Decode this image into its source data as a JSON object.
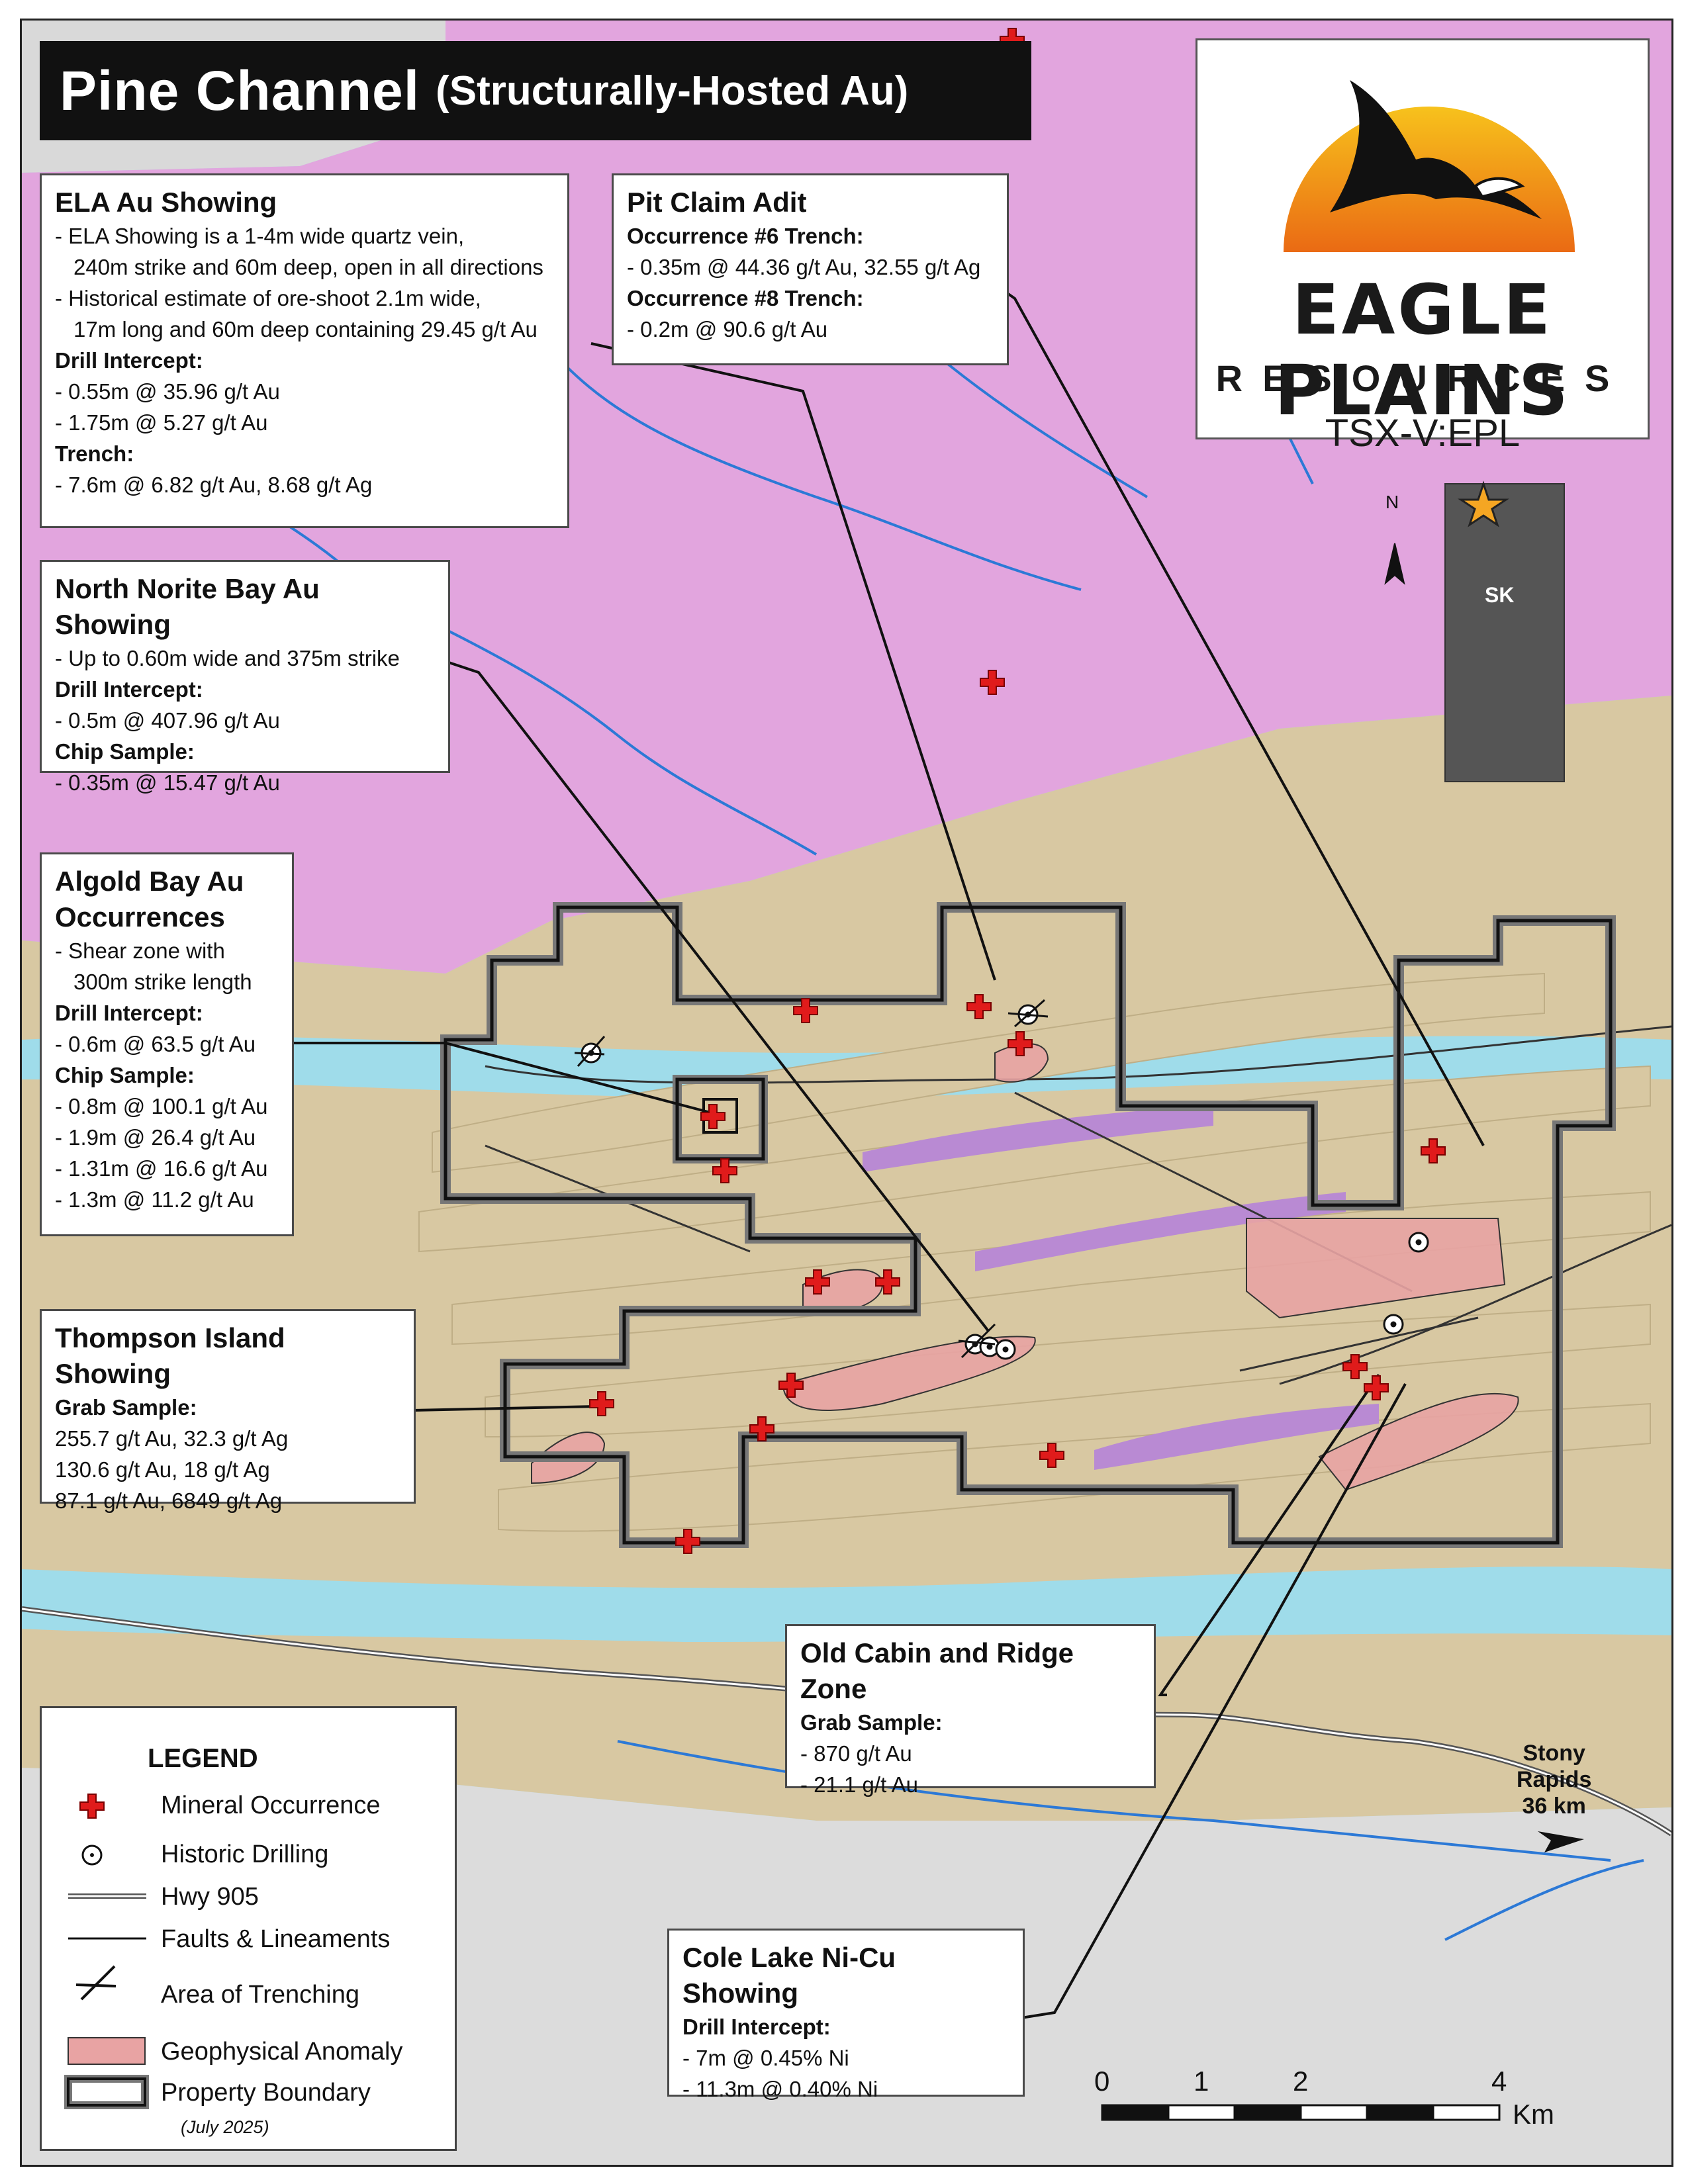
{
  "title": {
    "main": "Pine Channel",
    "sub": "(Structurally-Hosted Au)"
  },
  "logo": {
    "name": "EAGLE PLAINS",
    "sub": "RESOURCES",
    "ticker": "TSX-V:EPL"
  },
  "inset": {
    "north": "N",
    "province": "SK"
  },
  "callouts": {
    "ela": {
      "title": "ELA Au Showing",
      "lines": [
        "- ELA Showing is a 1-4m wide quartz vein,",
        "240m strike and 60m deep, open in all directions",
        "- Historical estimate of ore-shoot 2.1m wide,",
        "17m long and 60m deep containing 29.45 g/t Au"
      ],
      "drill_header": "Drill Intercept:",
      "drill": [
        "- 0.55m @ 35.96 g/t Au",
        "- 1.75m @ 5.27 g/t Au"
      ],
      "trench_header": "Trench:",
      "trench": [
        "- 7.6m @ 6.82 g/t Au, 8.68 g/t Ag"
      ]
    },
    "pit": {
      "title": "Pit Claim Adit",
      "h1": "Occurrence #6 Trench:",
      "l1": "- 0.35m @ 44.36 g/t Au, 32.55 g/t Ag",
      "h2": "Occurrence #8 Trench:",
      "l2": "- 0.2m @ 90.6 g/t Au"
    },
    "north_norite": {
      "title": "North Norite Bay Au Showing",
      "l1": "- Up to 0.60m wide and 375m strike",
      "h1": "Drill Intercept:",
      "l2": "- 0.5m @ 407.96 g/t Au",
      "h2": "Chip Sample:",
      "l3": "- 0.35m @ 15.47 g/t Au"
    },
    "algold": {
      "title1": "Algold Bay Au",
      "title2": "Occurrences",
      "l1": "- Shear zone with",
      "l2": "300m strike length",
      "h1": "Drill Intercept:",
      "drill": "- 0.6m @ 63.5 g/t Au",
      "h2": "Chip Sample:",
      "chip": [
        "- 0.8m @ 100.1 g/t Au",
        "- 1.9m @ 26.4 g/t Au",
        "- 1.31m @ 16.6 g/t Au",
        "- 1.3m @ 11.2 g/t Au"
      ]
    },
    "thompson": {
      "title": "Thompson Island Showing",
      "h1": "Grab Sample:",
      "lines": [
        "255.7 g/t Au, 32.3 g/t Ag",
        "130.6 g/t Au, 18 g/t Ag",
        "87.1 g/t Au, 6849 g/t Ag"
      ]
    },
    "old_cabin": {
      "title": "Old Cabin and Ridge Zone",
      "h1": "Grab Sample:",
      "lines": [
        "- 870 g/t Au",
        "- 21.1 g/t Au"
      ]
    },
    "cole": {
      "title": "Cole Lake Ni-Cu Showing",
      "h1": "Drill Intercept:",
      "lines": [
        "- 7m @ 0.45% Ni",
        "- 11.3m @ 0.40% Ni"
      ]
    }
  },
  "stony": {
    "l1": "Stony",
    "l2": "Rapids",
    "l3": "36 km"
  },
  "legend": {
    "title": "LEGEND",
    "items": [
      "Mineral Occurrence",
      "Historic Drilling",
      "Hwy 905",
      "Faults & Lineaments",
      "Area of Trenching",
      "Geophysical Anomaly",
      "Property Boundary"
    ],
    "date": "(July 2025)"
  },
  "scale": {
    "ticks": [
      "0",
      "1",
      "2",
      "4"
    ],
    "unit": "Km"
  },
  "colors": {
    "water": "#9fdcea",
    "granite": "#e2a5de",
    "sediment": "#d8c8a2",
    "basement": "#dcdcdc",
    "anomaly": "#e8a3a3",
    "occurrence": "#e01b1b"
  }
}
